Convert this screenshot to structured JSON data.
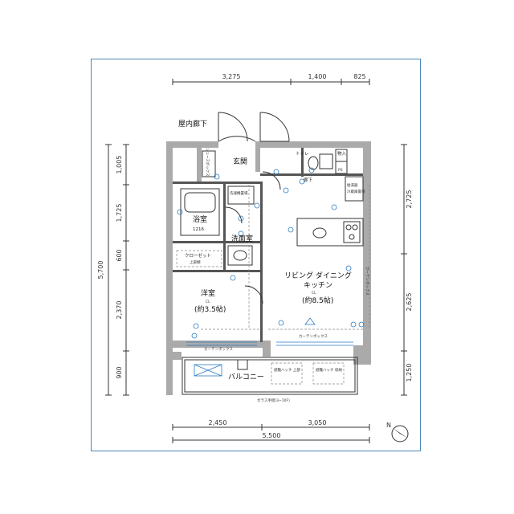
{
  "dimensions": {
    "top": [
      "3,275",
      "1,400",
      "825"
    ],
    "bottom_segments": [
      "2,450",
      "3,050"
    ],
    "bottom_total": "5,500",
    "left_total": "5,700",
    "left_segments": [
      "1,005",
      "1,725",
      "600",
      "2,370",
      "900"
    ],
    "right_segments": [
      "2,725",
      "2,625",
      "1,250"
    ]
  },
  "rooms": {
    "corridor_outside": "屋内廊下",
    "shoes_box": "シューズボックス",
    "entrance": "玄関",
    "toilet": "トイレ",
    "storage": "物入",
    "ps": "PS",
    "hallway": "廊下",
    "water_heater": "給湯器",
    "fridge": "冷蔵庫置場",
    "laundry": "洗濯機置場",
    "bath": "浴室",
    "bath_size": "1216",
    "washroom": "洗面室",
    "closet": "クローゼット",
    "closet_upper": "上部棚",
    "bedroom": "洋室",
    "bedroom_cl": "CL",
    "bedroom_size": "(約3.5帖)",
    "ldk_line1": "リビング ダイニング",
    "ldk_line2": "キッチン",
    "ldk_cl": "CL",
    "ldk_size": "(約8.5帖)",
    "curtain_box_1": "カーテンボックス",
    "curtain_box_2": "カーテンボックス",
    "curtain_box_right": "カーテンボックス",
    "balcony": "バルコニー",
    "hatch_1": "避難ハッチ 上部",
    "hatch_2": "避難ハッチ 収納",
    "glass_rail": "ガラス手摺(3~10F)"
  },
  "compass": {
    "label": "N"
  }
}
